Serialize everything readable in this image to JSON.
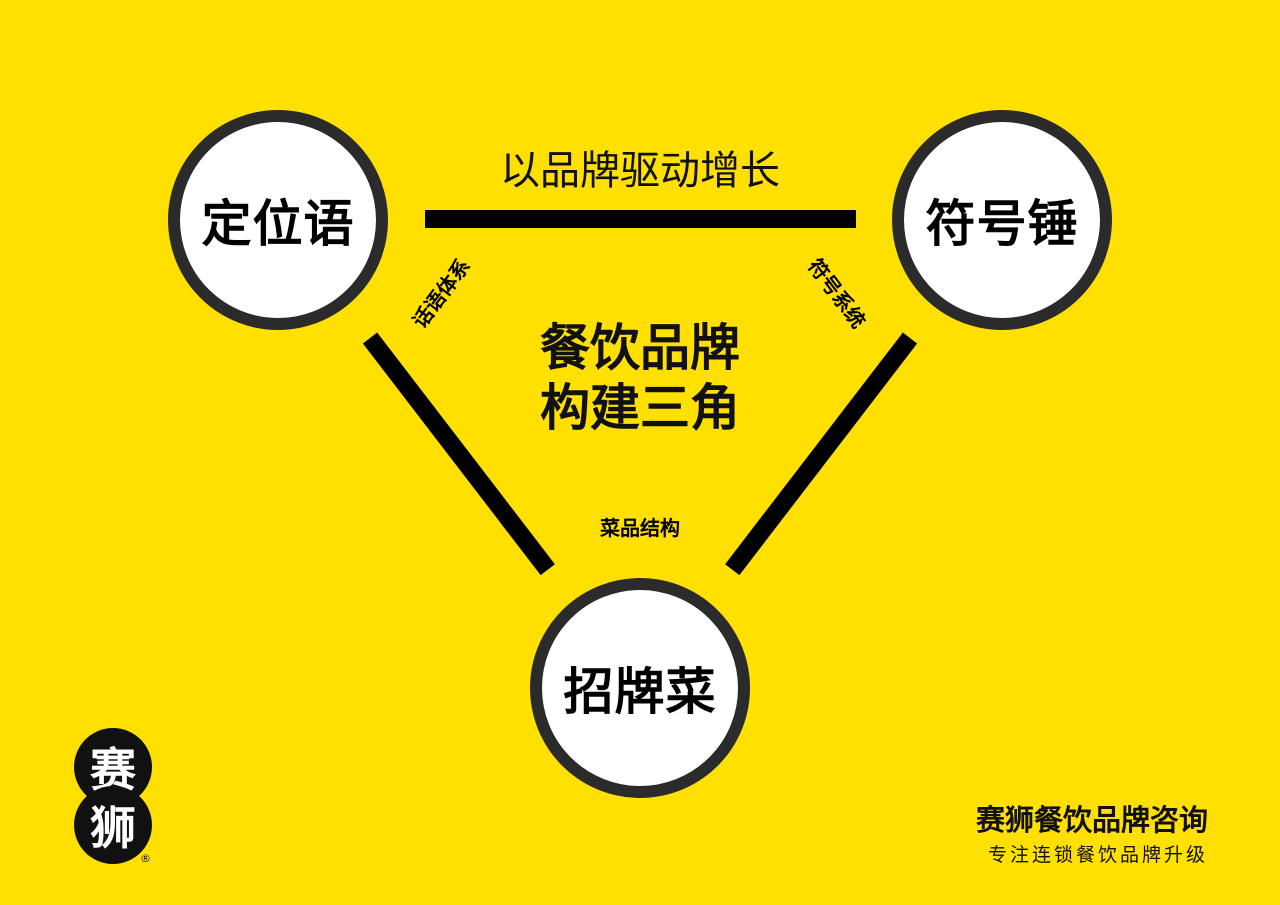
{
  "colors": {
    "background": "#FFE000",
    "line": "#000000",
    "node_fill": "#FFFFFF",
    "node_border": "#2b2b2b",
    "text": "#111111"
  },
  "diagram": {
    "center_title": [
      "餐饮品牌",
      "构建三角"
    ],
    "nodes": {
      "top_left": "定位语",
      "top_right": "符号锤",
      "bottom": "招牌菜"
    },
    "edges": {
      "top": "以品牌驱动增长",
      "left": "话语体系",
      "right": "符号系统",
      "bottom": "菜品结构"
    }
  },
  "logo": {
    "char_top": "赛",
    "char_bottom": "狮",
    "registered": "®"
  },
  "brand": {
    "name": "赛狮餐饮品牌咨询",
    "slogan": "专注连锁餐饮品牌升级"
  }
}
